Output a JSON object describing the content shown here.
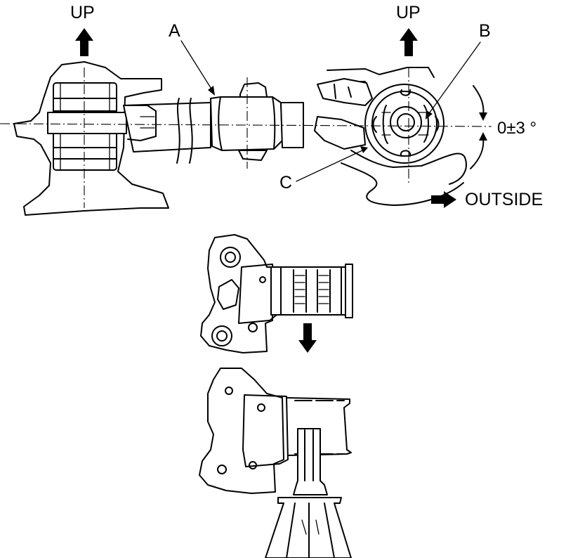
{
  "labels": {
    "up_left": "UP",
    "up_right": "UP",
    "a": "A",
    "b": "B",
    "c": "C",
    "angle": "0±3 °",
    "outside": "OUTSIDE"
  }
}
